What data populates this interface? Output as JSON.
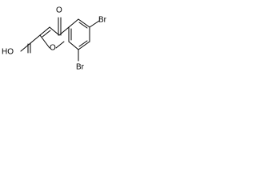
{
  "molecule": {
    "labels": {
      "ketone_oxygen": "O",
      "ring_oxygen": "O",
      "hydroxyl": "HO",
      "bromo_6": "Br",
      "bromo_8": "Br"
    }
  },
  "colors": {
    "bond": "#000000",
    "text": "#000000",
    "background": "#ffffff"
  }
}
